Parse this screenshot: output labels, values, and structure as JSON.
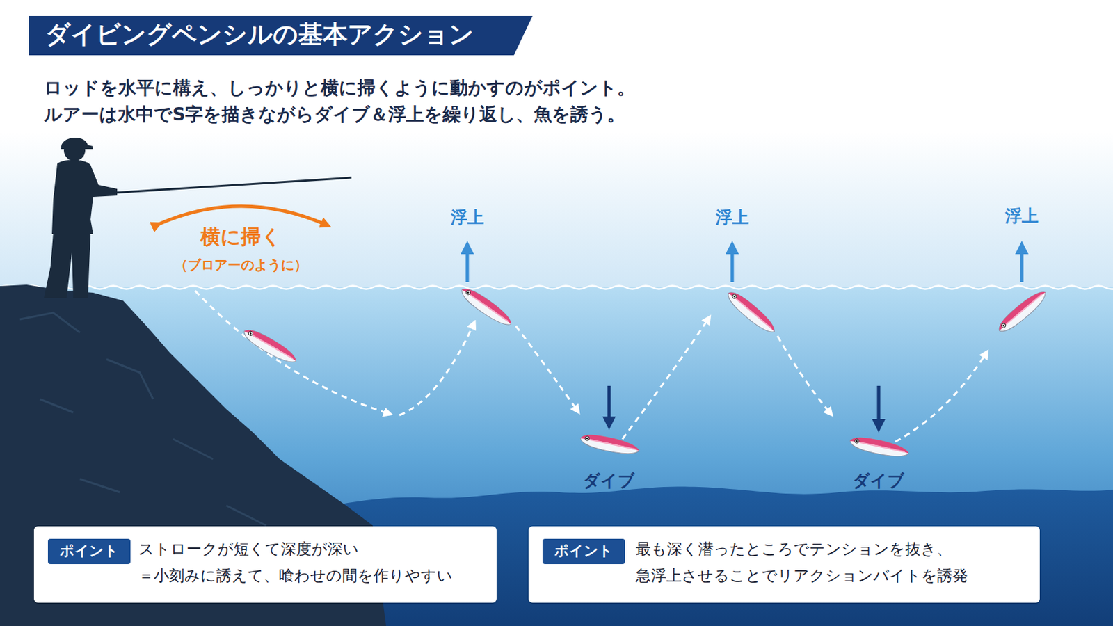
{
  "diagram": {
    "title": "ダイビングペンシルの基本アクション",
    "nodes": [
      {
        "text": [
          "ストロークが短くて深度が深い",
          "＝小刻みに誘えて、喰わせの間を作りやすい"
        ]
      },
      {
        "text": [
          "ポイント"
        ],
        "in": 0
      },
      {
        "text": [
          "最も深く潜ったところでテンションを抜き、",
          "急浮上させることでリアクションバイトを誘発"
        ]
      },
      {
        "text": [
          "ポイント"
        ],
        "in": 2
      }
    ],
    "labels": [
      "ロッドを水平に構え、しっかりと横に掃くように動かすのがポイント。",
      "ルアーは水中でS字を描きながらダイブ＆浮上を繰り返し、魚を誘う。",
      "横に掃く",
      "（ブロアーのように）",
      "浮上",
      "浮上",
      "浮上",
      "ダイブ",
      "ダイブ"
    ]
  }
}
